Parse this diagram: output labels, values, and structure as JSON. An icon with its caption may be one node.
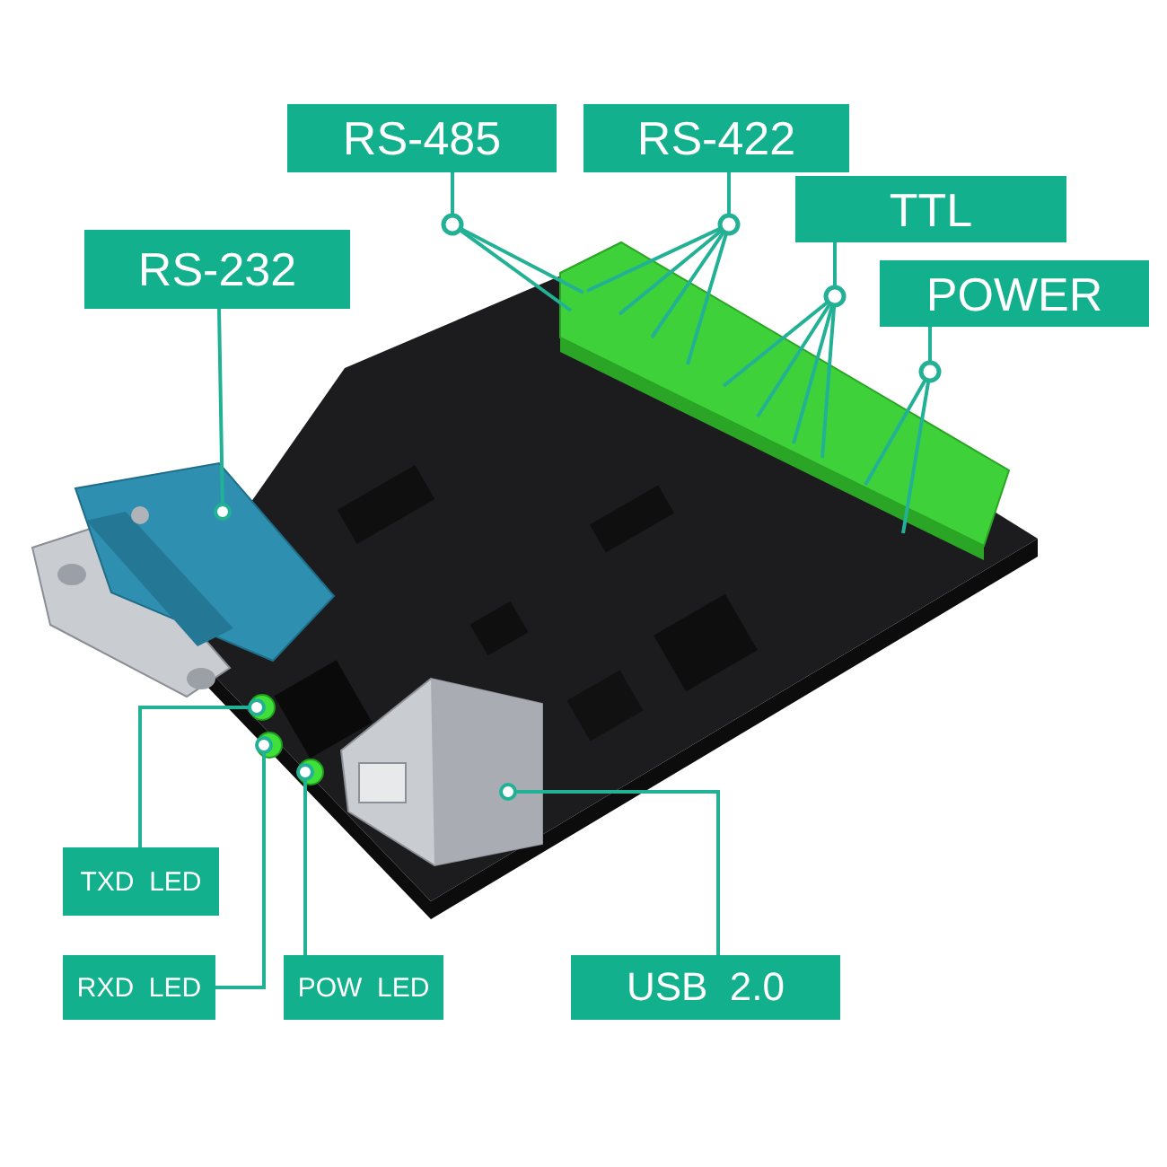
{
  "diagram": {
    "nodes": [
      {
        "text": [
          "RS-232"
        ]
      },
      {
        "text": [
          "RS-485"
        ]
      },
      {
        "text": [
          "RS-422"
        ]
      },
      {
        "text": [
          "TTL"
        ]
      },
      {
        "text": [
          "POWER"
        ]
      },
      {
        "text": [
          "TXD  LED"
        ]
      },
      {
        "text": [
          "RXD  LED"
        ]
      },
      {
        "text": [
          "POW  LED"
        ]
      },
      {
        "text": [
          "USB  2.0"
        ]
      },
      {
        "text": [],
        "shape": "picture"
      },
      {
        "text": [],
        "shape": "circle"
      },
      {
        "text": [],
        "shape": "circle"
      },
      {
        "text": [],
        "shape": "circle"
      },
      {
        "text": [],
        "shape": "picture"
      }
    ],
    "edges": [
      {
        "from": 0,
        "to": 9,
        "arrow": "other"
      },
      {
        "from": 1,
        "to": null,
        "arrow": "none"
      },
      {
        "from": 1,
        "to": null,
        "arrow": "none"
      },
      {
        "from": 2,
        "to": null,
        "arrow": "none"
      },
      {
        "from": 2,
        "to": null,
        "arrow": "none"
      },
      {
        "from": 2,
        "to": null,
        "arrow": "none"
      },
      {
        "from": 2,
        "to": null,
        "arrow": "none"
      },
      {
        "from": 3,
        "to": null,
        "arrow": "none"
      },
      {
        "from": 3,
        "to": null,
        "arrow": "none"
      },
      {
        "from": 3,
        "to": null,
        "arrow": "none"
      },
      {
        "from": 3,
        "to": null,
        "arrow": "none"
      },
      {
        "from": 4,
        "to": null,
        "arrow": "none"
      },
      {
        "from": 4,
        "to": null,
        "arrow": "none"
      },
      {
        "from": 5,
        "to": 10,
        "arrow": "other"
      },
      {
        "from": 6,
        "to": 11,
        "arrow": "other"
      },
      {
        "from": 7,
        "to": 12,
        "arrow": "other"
      },
      {
        "from": 8,
        "to": 13,
        "arrow": "other"
      }
    ]
  }
}
